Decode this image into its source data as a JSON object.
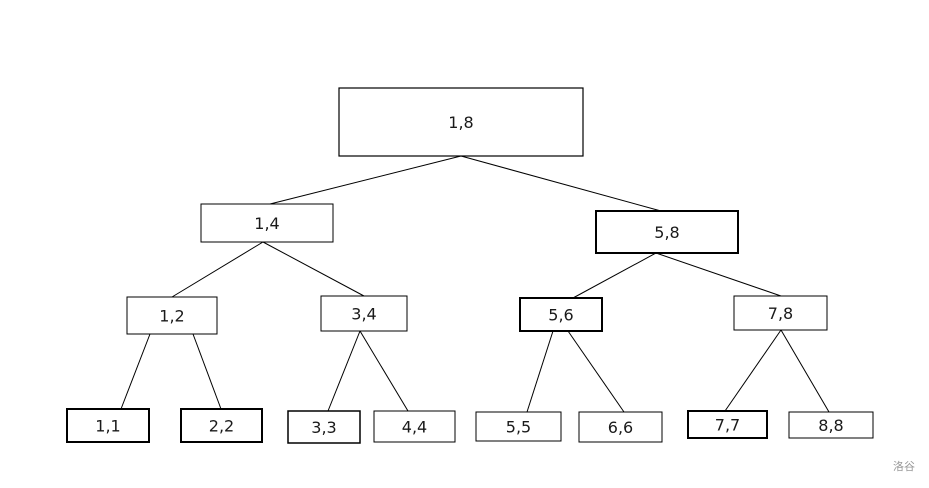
{
  "tree": {
    "nodes": [
      {
        "id": "n18",
        "label": "1,8"
      },
      {
        "id": "n14",
        "label": "1,4"
      },
      {
        "id": "n58",
        "label": "5,8"
      },
      {
        "id": "n12",
        "label": "1,2"
      },
      {
        "id": "n34",
        "label": "3,4"
      },
      {
        "id": "n56",
        "label": "5,6"
      },
      {
        "id": "n78",
        "label": "7,8"
      },
      {
        "id": "n11",
        "label": "1,1"
      },
      {
        "id": "n22",
        "label": "2,2"
      },
      {
        "id": "n33",
        "label": "3,3"
      },
      {
        "id": "n44",
        "label": "4,4"
      },
      {
        "id": "n55",
        "label": "5,5"
      },
      {
        "id": "n66",
        "label": "6,6"
      },
      {
        "id": "n77",
        "label": "7,7"
      },
      {
        "id": "n88",
        "label": "8,8"
      }
    ],
    "edges": [
      [
        "n18",
        "n14"
      ],
      [
        "n18",
        "n58"
      ],
      [
        "n14",
        "n12"
      ],
      [
        "n14",
        "n34"
      ],
      [
        "n58",
        "n56"
      ],
      [
        "n58",
        "n78"
      ],
      [
        "n12",
        "n11"
      ],
      [
        "n12",
        "n22"
      ],
      [
        "n34",
        "n33"
      ],
      [
        "n34",
        "n44"
      ],
      [
        "n56",
        "n55"
      ],
      [
        "n56",
        "n66"
      ],
      [
        "n78",
        "n77"
      ],
      [
        "n78",
        "n88"
      ]
    ]
  },
  "watermark": "洛谷"
}
